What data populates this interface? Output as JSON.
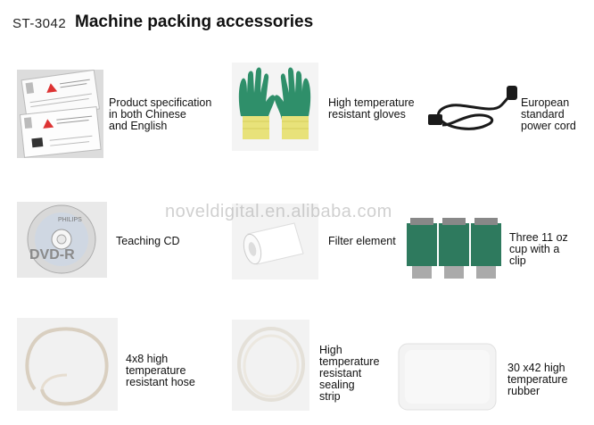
{
  "header": {
    "model_code": "ST-3042",
    "title": "Machine packing accessories"
  },
  "watermark": "noveldigital.en.alibaba.com",
  "items": [
    {
      "lines": [
        "Product specification",
        "in both Chinese",
        "and English"
      ]
    },
    {
      "lines": [
        "High temperature",
        "resistant gloves"
      ]
    },
    {
      "lines": [
        "European",
        "standard",
        "power cord"
      ]
    },
    {
      "lines": [
        "Teaching CD"
      ],
      "disc_text": "DVD-R",
      "brand_text": "PHILIPS"
    },
    {
      "lines": [
        "Filter element"
      ]
    },
    {
      "lines": [
        "Three 11 oz",
        "cup with a",
        "clip"
      ]
    },
    {
      "lines": [
        "4x8 high",
        "temperature",
        "resistant hose"
      ]
    },
    {
      "lines": [
        "High",
        "temperature",
        "resistant",
        "sealing",
        "strip"
      ]
    },
    {
      "lines": [
        "30 x42 high",
        "temperature",
        "rubber"
      ]
    }
  ],
  "colors": {
    "glove_green": "#2f8f6a",
    "glove_cuff": "#e8e27a",
    "clip_green": "#2e7a5e",
    "cord_black": "#1a1a1a"
  }
}
